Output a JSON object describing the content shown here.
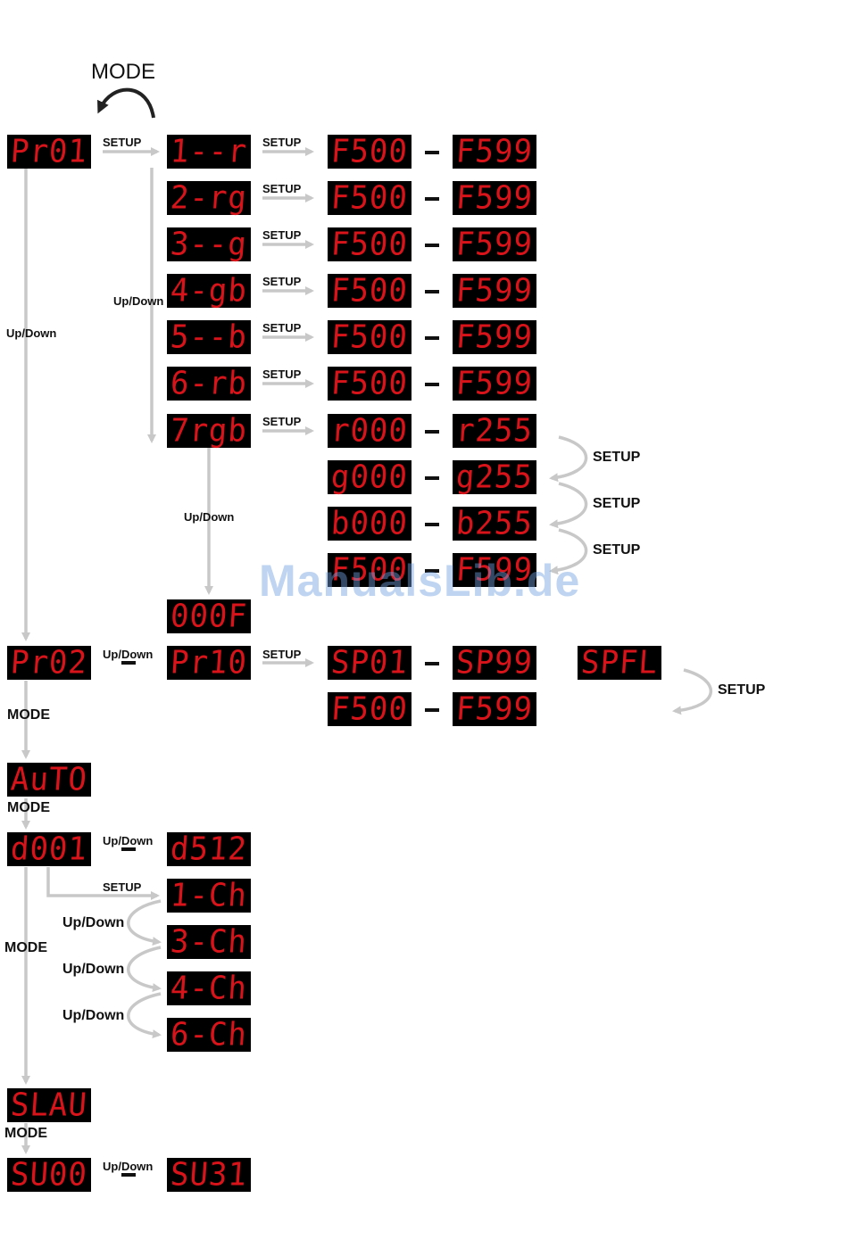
{
  "labels": {
    "mode": "MODE",
    "setup": "SETUP",
    "updown": "Up/Down"
  },
  "displays": {
    "pr01": "Pr01",
    "pr02": "Pr02",
    "pr10": "Pr10",
    "auto": "AuTO",
    "d001": "d001",
    "d512": "d512",
    "slav": "SLAU",
    "su00": "SU00",
    "su31": "SU31",
    "d000f": "000F",
    "spfl": "SPFL",
    "programs": [
      "1--r",
      "2-rg",
      "3--g",
      "4-gb",
      "5--b",
      "6-rb",
      "7rgb"
    ],
    "channels": [
      "1-Ch",
      "3-Ch",
      "4-Ch",
      "6-Ch"
    ],
    "ranges": [
      {
        "from": "F500",
        "to": "F599"
      },
      {
        "from": "F500",
        "to": "F599"
      },
      {
        "from": "F500",
        "to": "F599"
      },
      {
        "from": "F500",
        "to": "F599"
      },
      {
        "from": "F500",
        "to": "F599"
      },
      {
        "from": "F500",
        "to": "F599"
      },
      {
        "from": "r000",
        "to": "r255"
      },
      {
        "from": "g000",
        "to": "g255"
      },
      {
        "from": "b000",
        "to": "b255"
      },
      {
        "from": "F500",
        "to": "F599"
      }
    ],
    "sp_range": {
      "from": "SP01",
      "to": "SP99"
    },
    "f_range2": {
      "from": "F500",
      "to": "F599"
    }
  },
  "watermark": "ManualsLib.de",
  "colors": {
    "display_bg": "#000000",
    "digit": "#d8141a",
    "arrow": "#c8c8c8",
    "text": "#111111"
  }
}
